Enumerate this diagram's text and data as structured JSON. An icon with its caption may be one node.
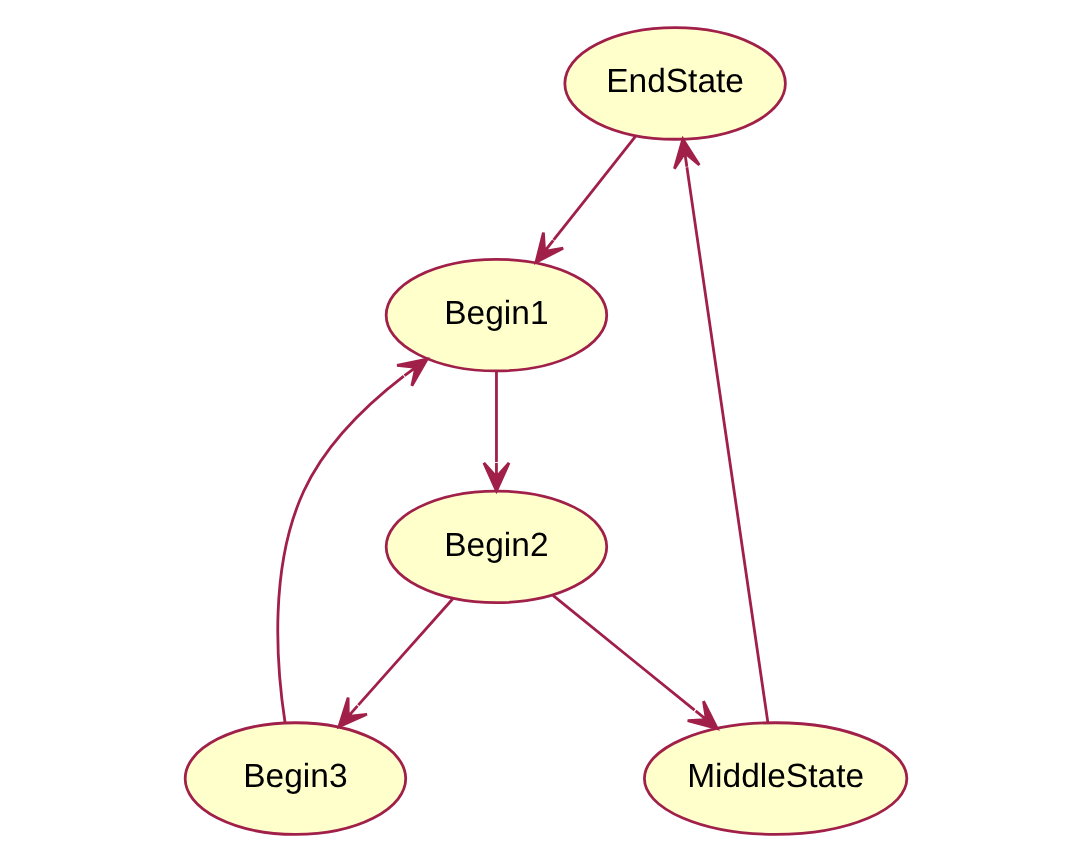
{
  "diagram": {
    "nodes": [
      {
        "text": [
          "EndState"
        ]
      },
      {
        "text": [
          "MiddleState"
        ]
      },
      {
        "text": [
          "Begin1"
        ]
      },
      {
        "text": [
          "Begin2"
        ]
      },
      {
        "text": [
          "Begin3"
        ]
      }
    ],
    "edges": [
      {
        "from": 0,
        "to": 2,
        "arrow": "to"
      },
      {
        "from": 2,
        "to": 3,
        "arrow": "to"
      },
      {
        "from": 3,
        "to": 1,
        "arrow": "to"
      },
      {
        "from": 1,
        "to": 0,
        "arrow": "to"
      },
      {
        "from": 3,
        "to": 4,
        "arrow": "to"
      },
      {
        "from": 4,
        "to": 2,
        "arrow": "to"
      }
    ]
  }
}
